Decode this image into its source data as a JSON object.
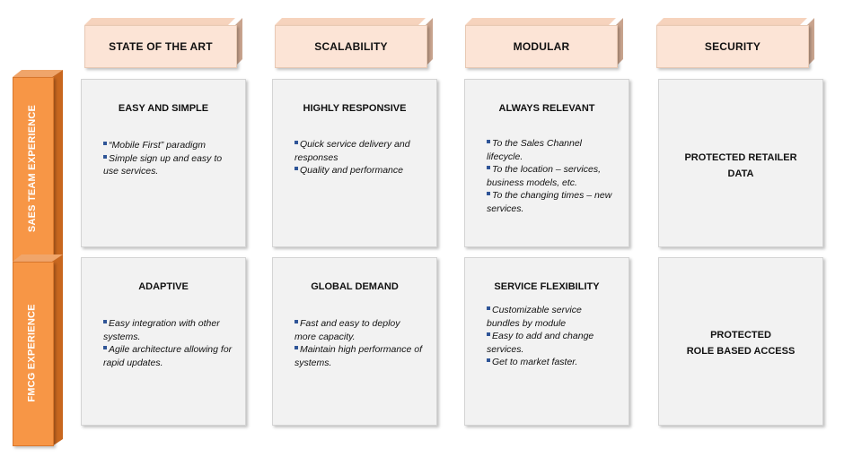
{
  "columns": [
    {
      "label": "STATE OF THE ART"
    },
    {
      "label": "SCALABILITY"
    },
    {
      "label": "MODULAR"
    },
    {
      "label": "SECURITY"
    }
  ],
  "rows": [
    {
      "label": "SAES TEAM EXPERIENCE",
      "cells": [
        {
          "title": "EASY AND SIMPLE",
          "items": [
            "“Mobile First” paradigm",
            "Simple sign up and easy to use services."
          ]
        },
        {
          "title": "HIGHLY RESPONSIVE",
          "items": [
            "Quick service delivery and responses",
            "Quality and performance"
          ]
        },
        {
          "title": "ALWAYS RELEVANT",
          "items": [
            "To the Sales Channel lifecycle.",
            "To the location – services, business models, etc.",
            "To the changing times – new services."
          ]
        },
        {
          "center_lines": [
            "PROTECTED RETAILER",
            "DATA"
          ]
        }
      ]
    },
    {
      "label": "FMCG EXPERIENCE",
      "cells": [
        {
          "title": "ADAPTIVE",
          "items": [
            "Easy integration with other systems.",
            "Agile architecture allowing for rapid updates."
          ]
        },
        {
          "title": "GLOBAL DEMAND",
          "items": [
            "Fast and easy to deploy more capacity.",
            "Maintain high performance of systems."
          ]
        },
        {
          "title": "SERVICE FLEXIBILITY",
          "items": [
            "Customizable service bundles by module",
            "Easy to add and change services.",
            "Get to market faster."
          ]
        },
        {
          "center_lines": [
            "PROTECTED",
            "ROLE BASED ACCESS"
          ]
        }
      ]
    }
  ],
  "colors": {
    "header_fill": "#fce4d6",
    "row_header_fill": "#f79646",
    "cell_fill": "#f2f2f2",
    "bullet": "#2f5597"
  }
}
